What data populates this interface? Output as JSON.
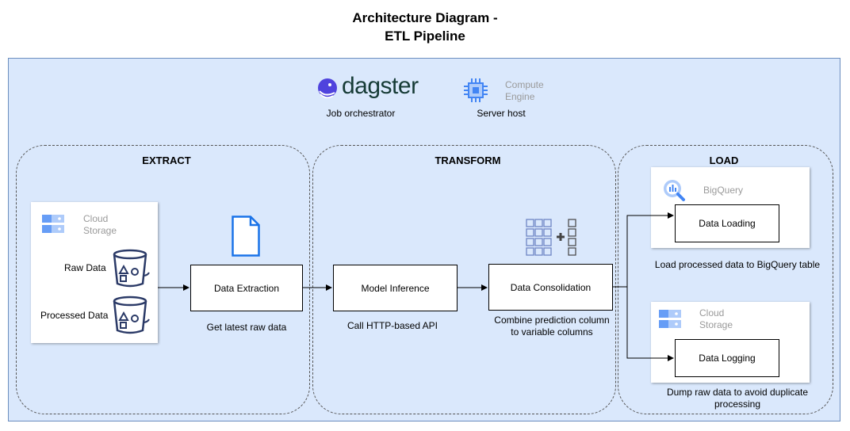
{
  "title": {
    "line1": "Architecture Diagram -",
    "line2": "ETL Pipeline"
  },
  "header": {
    "dagster": {
      "wordmark": "dagster",
      "caption": "Job orchestrator",
      "icon": "dagster-logo"
    },
    "compute": {
      "line1": "Compute",
      "line2": "Engine",
      "caption": "Server host",
      "icon": "compute-engine-chip"
    }
  },
  "stages": {
    "extract": "EXTRACT",
    "transform": "TRANSFORM",
    "load": "LOAD"
  },
  "extract": {
    "storage": {
      "line1": "Cloud",
      "line2": "Storage",
      "icon": "cloud-storage-icon"
    },
    "raw_label": "Raw Data",
    "processed_label": "Processed Data",
    "extraction_box": "Data Extraction",
    "extraction_caption": "Get latest raw data",
    "file_icon": "document-icon"
  },
  "transform": {
    "inference_box": "Model Inference",
    "inference_caption": "Call HTTP-based API",
    "consolidation_box": "Data Consolidation",
    "consolidation_caption_1": "Combine prediction column",
    "consolidation_caption_2": "to variable columns",
    "grid_icon": "table-merge-icon"
  },
  "load": {
    "bigquery_label": "BigQuery",
    "bigquery_icon": "bigquery-icon",
    "loading_box": "Data Loading",
    "loading_caption": "Load processed data to BigQuery table",
    "storage": {
      "line1": "Cloud",
      "line2": "Storage",
      "icon": "cloud-storage-icon"
    },
    "logging_box": "Data Logging",
    "logging_caption_1": "Dump raw data to avoid duplicate",
    "logging_caption_2": "processing"
  },
  "colors": {
    "panel": "#dae8fc",
    "panel_border": "#6c8ebf",
    "gcp_blue": "#4285f4",
    "dagster_purple": "#4f43dd",
    "icon_navy": "#2b3a67"
  }
}
